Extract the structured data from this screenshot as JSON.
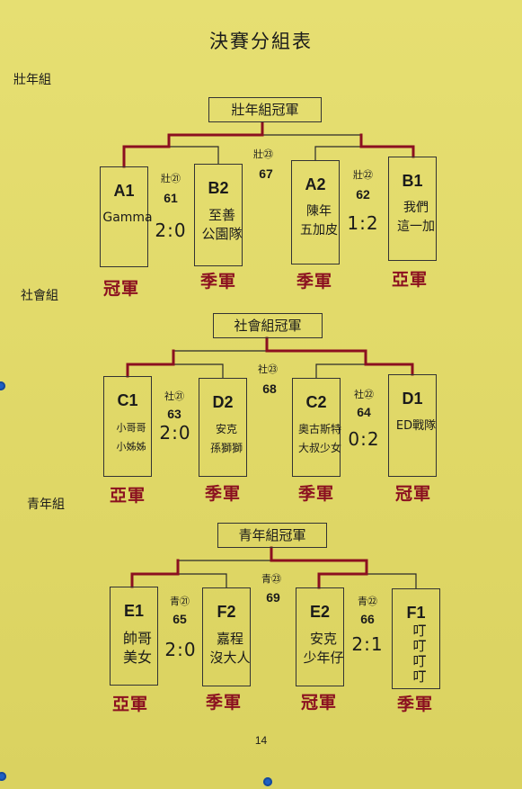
{
  "title": "決賽分組表",
  "page_number": "14",
  "sections": [
    {
      "group_label": "壯年組",
      "champion_label": "壯年組冠軍",
      "final": {
        "label": "壯㉓",
        "number": "67"
      },
      "semis": [
        {
          "label": "壯㉑",
          "number": "61",
          "score": "2:0"
        },
        {
          "label": "壯㉒",
          "number": "62",
          "score": "1:2"
        }
      ],
      "teams": [
        {
          "code": "A1",
          "names": "Gamma",
          "result": "冠軍"
        },
        {
          "code": "B2",
          "names": "至善\n公園隊",
          "result": "季軍"
        },
        {
          "code": "A2",
          "names": "陳年\n五加皮",
          "result": "季軍"
        },
        {
          "code": "B1",
          "names": "我們\n這一加",
          "result": "亞軍"
        }
      ]
    },
    {
      "group_label": "社會組",
      "champion_label": "社會組冠軍",
      "final": {
        "label": "社㉓",
        "number": "68"
      },
      "semis": [
        {
          "label": "社㉑",
          "number": "63",
          "score": "2:0"
        },
        {
          "label": "社㉒",
          "number": "64",
          "score": "0:2"
        }
      ],
      "teams": [
        {
          "code": "C1",
          "names": "小哥哥\n小姊姊",
          "result": "亞軍"
        },
        {
          "code": "D2",
          "names": "安克\n孫獅獅",
          "result": "季軍"
        },
        {
          "code": "C2",
          "names": "奧古斯特\n大叔少女",
          "result": "季軍"
        },
        {
          "code": "D1",
          "names": "ED戰隊",
          "result": "冠軍"
        }
      ]
    },
    {
      "group_label": "青年組",
      "champion_label": "青年組冠軍",
      "final": {
        "label": "青㉓",
        "number": "69"
      },
      "semis": [
        {
          "label": "青㉑",
          "number": "65",
          "score": "2:0"
        },
        {
          "label": "青㉒",
          "number": "66",
          "score": "2:1"
        }
      ],
      "teams": [
        {
          "code": "E1",
          "names": "帥哥\n美女",
          "result": "亞軍"
        },
        {
          "code": "F2",
          "names": "嘉程\n沒大人",
          "result": "季軍"
        },
        {
          "code": "E2",
          "names": "安克\n少年仔",
          "result": "冠軍"
        },
        {
          "code": "F1",
          "names": "叮\n叮\n叮\n叮",
          "result": "季軍"
        }
      ]
    }
  ],
  "colors": {
    "paper": "#e2db6a",
    "ink": "#1b1b1b",
    "marker_red": "#8b1020",
    "pin_blue": "#1e60c4"
  }
}
